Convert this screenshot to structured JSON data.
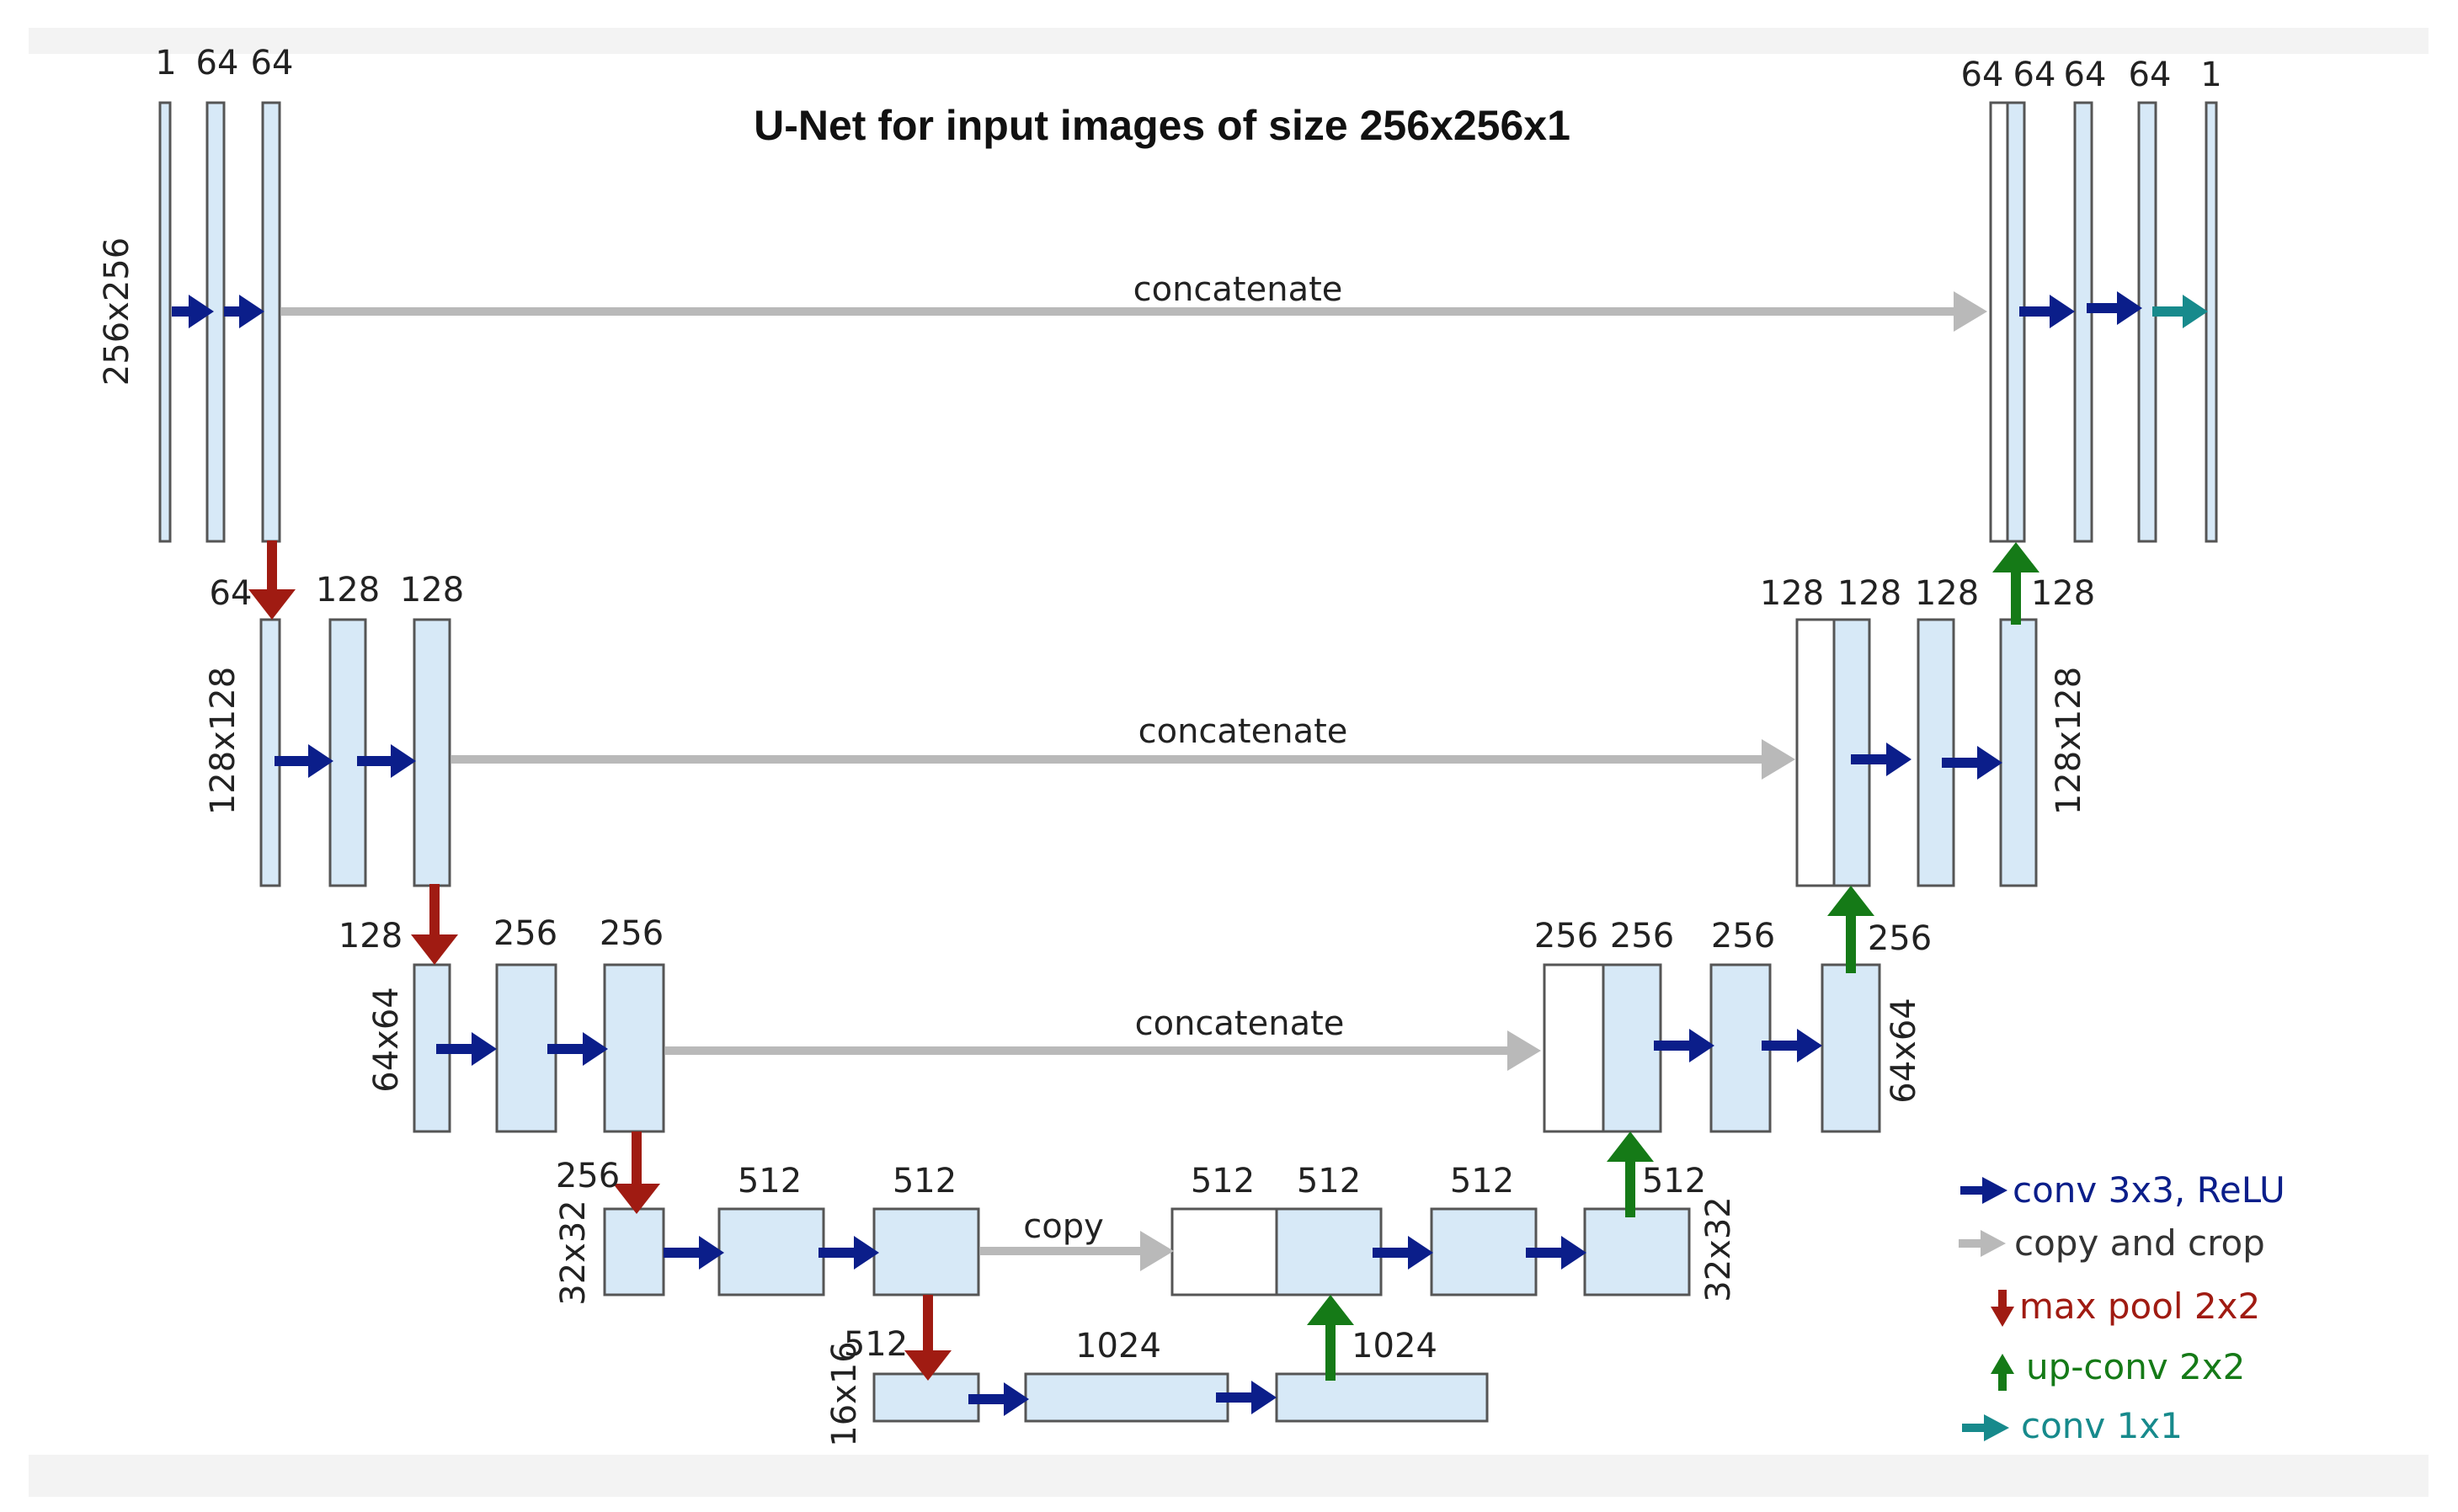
{
  "title": "U-Net for input images of size 256x256x1",
  "colors": {
    "conv": "#0b1e8a",
    "copy": "#b9b9b9",
    "pool": "#a01b12",
    "upconv": "#157a17",
    "conv1x1": "#178a8c",
    "block_fill": "#d7e9f7",
    "block_stroke": "#555555",
    "frame": "#f1f1f1"
  },
  "level1": {
    "size_label": "256x256",
    "channels_left": [
      "1",
      "64",
      "64"
    ],
    "channels_right": [
      "64",
      "64",
      "64",
      "64",
      "1"
    ],
    "concat_label": "concatenate"
  },
  "level2": {
    "size_label_left": "128x128",
    "size_label_right": "128x128",
    "channels_left": [
      "64",
      "128",
      "128"
    ],
    "channels_right": [
      "128",
      "128",
      "128",
      "128"
    ],
    "concat_label": "concatenate"
  },
  "level3": {
    "size_label_left": "64x64",
    "size_label_right": "64x64",
    "channels_left": [
      "128",
      "256",
      "256"
    ],
    "channels_right": [
      "256",
      "256",
      "256",
      "256"
    ],
    "concat_label": "concatenate"
  },
  "level4": {
    "size_label_left": "32x32",
    "size_label_right": "32x32",
    "channels_left": [
      "256",
      "512",
      "512"
    ],
    "channels_right": [
      "512",
      "512",
      "512",
      "512"
    ],
    "copy_label": "copy"
  },
  "level5": {
    "size_label": "16x16",
    "channels": [
      "512",
      "1024",
      "1024"
    ]
  },
  "legend": [
    {
      "key": "conv",
      "label": "conv 3x3, ReLU",
      "icon": "arrow-right-icon"
    },
    {
      "key": "copy",
      "label": "copy and crop",
      "icon": "arrow-right-icon"
    },
    {
      "key": "pool",
      "label": "max pool 2x2",
      "icon": "arrow-down-icon"
    },
    {
      "key": "upconv",
      "label": "up-conv 2x2",
      "icon": "arrow-up-icon"
    },
    {
      "key": "conv1x1",
      "label": "conv 1x1",
      "icon": "arrow-right-icon"
    }
  ]
}
